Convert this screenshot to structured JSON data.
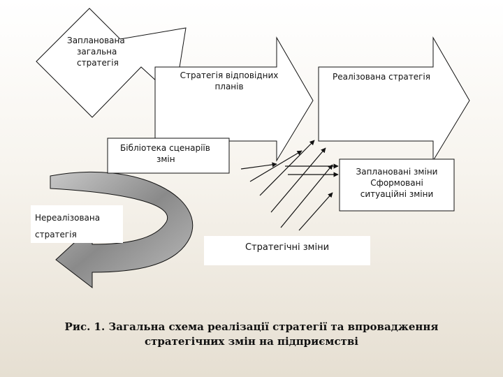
{
  "diagram": {
    "planned_strategy": [
      "Запланована",
      "загальна",
      "стратегія"
    ],
    "plan_strategy": [
      "Стратегія відповідних",
      "планів"
    ],
    "realized_strategy": "Реалізована стратегія",
    "scenario_library": [
      "Бібліотека сценаріїв",
      "змін"
    ],
    "planned_changes": [
      "Заплановані зміни",
      "Сформовані",
      "ситуаційні зміни"
    ],
    "unrealized_strategy": [
      "Нереалізована",
      "стратегія"
    ],
    "strategic_changes": "Стратегічні зміни"
  },
  "caption": [
    "Рис. 1. Загальна схема реалізації стратегії та впровадження",
    "стратегічних  змін на підприємстві"
  ]
}
